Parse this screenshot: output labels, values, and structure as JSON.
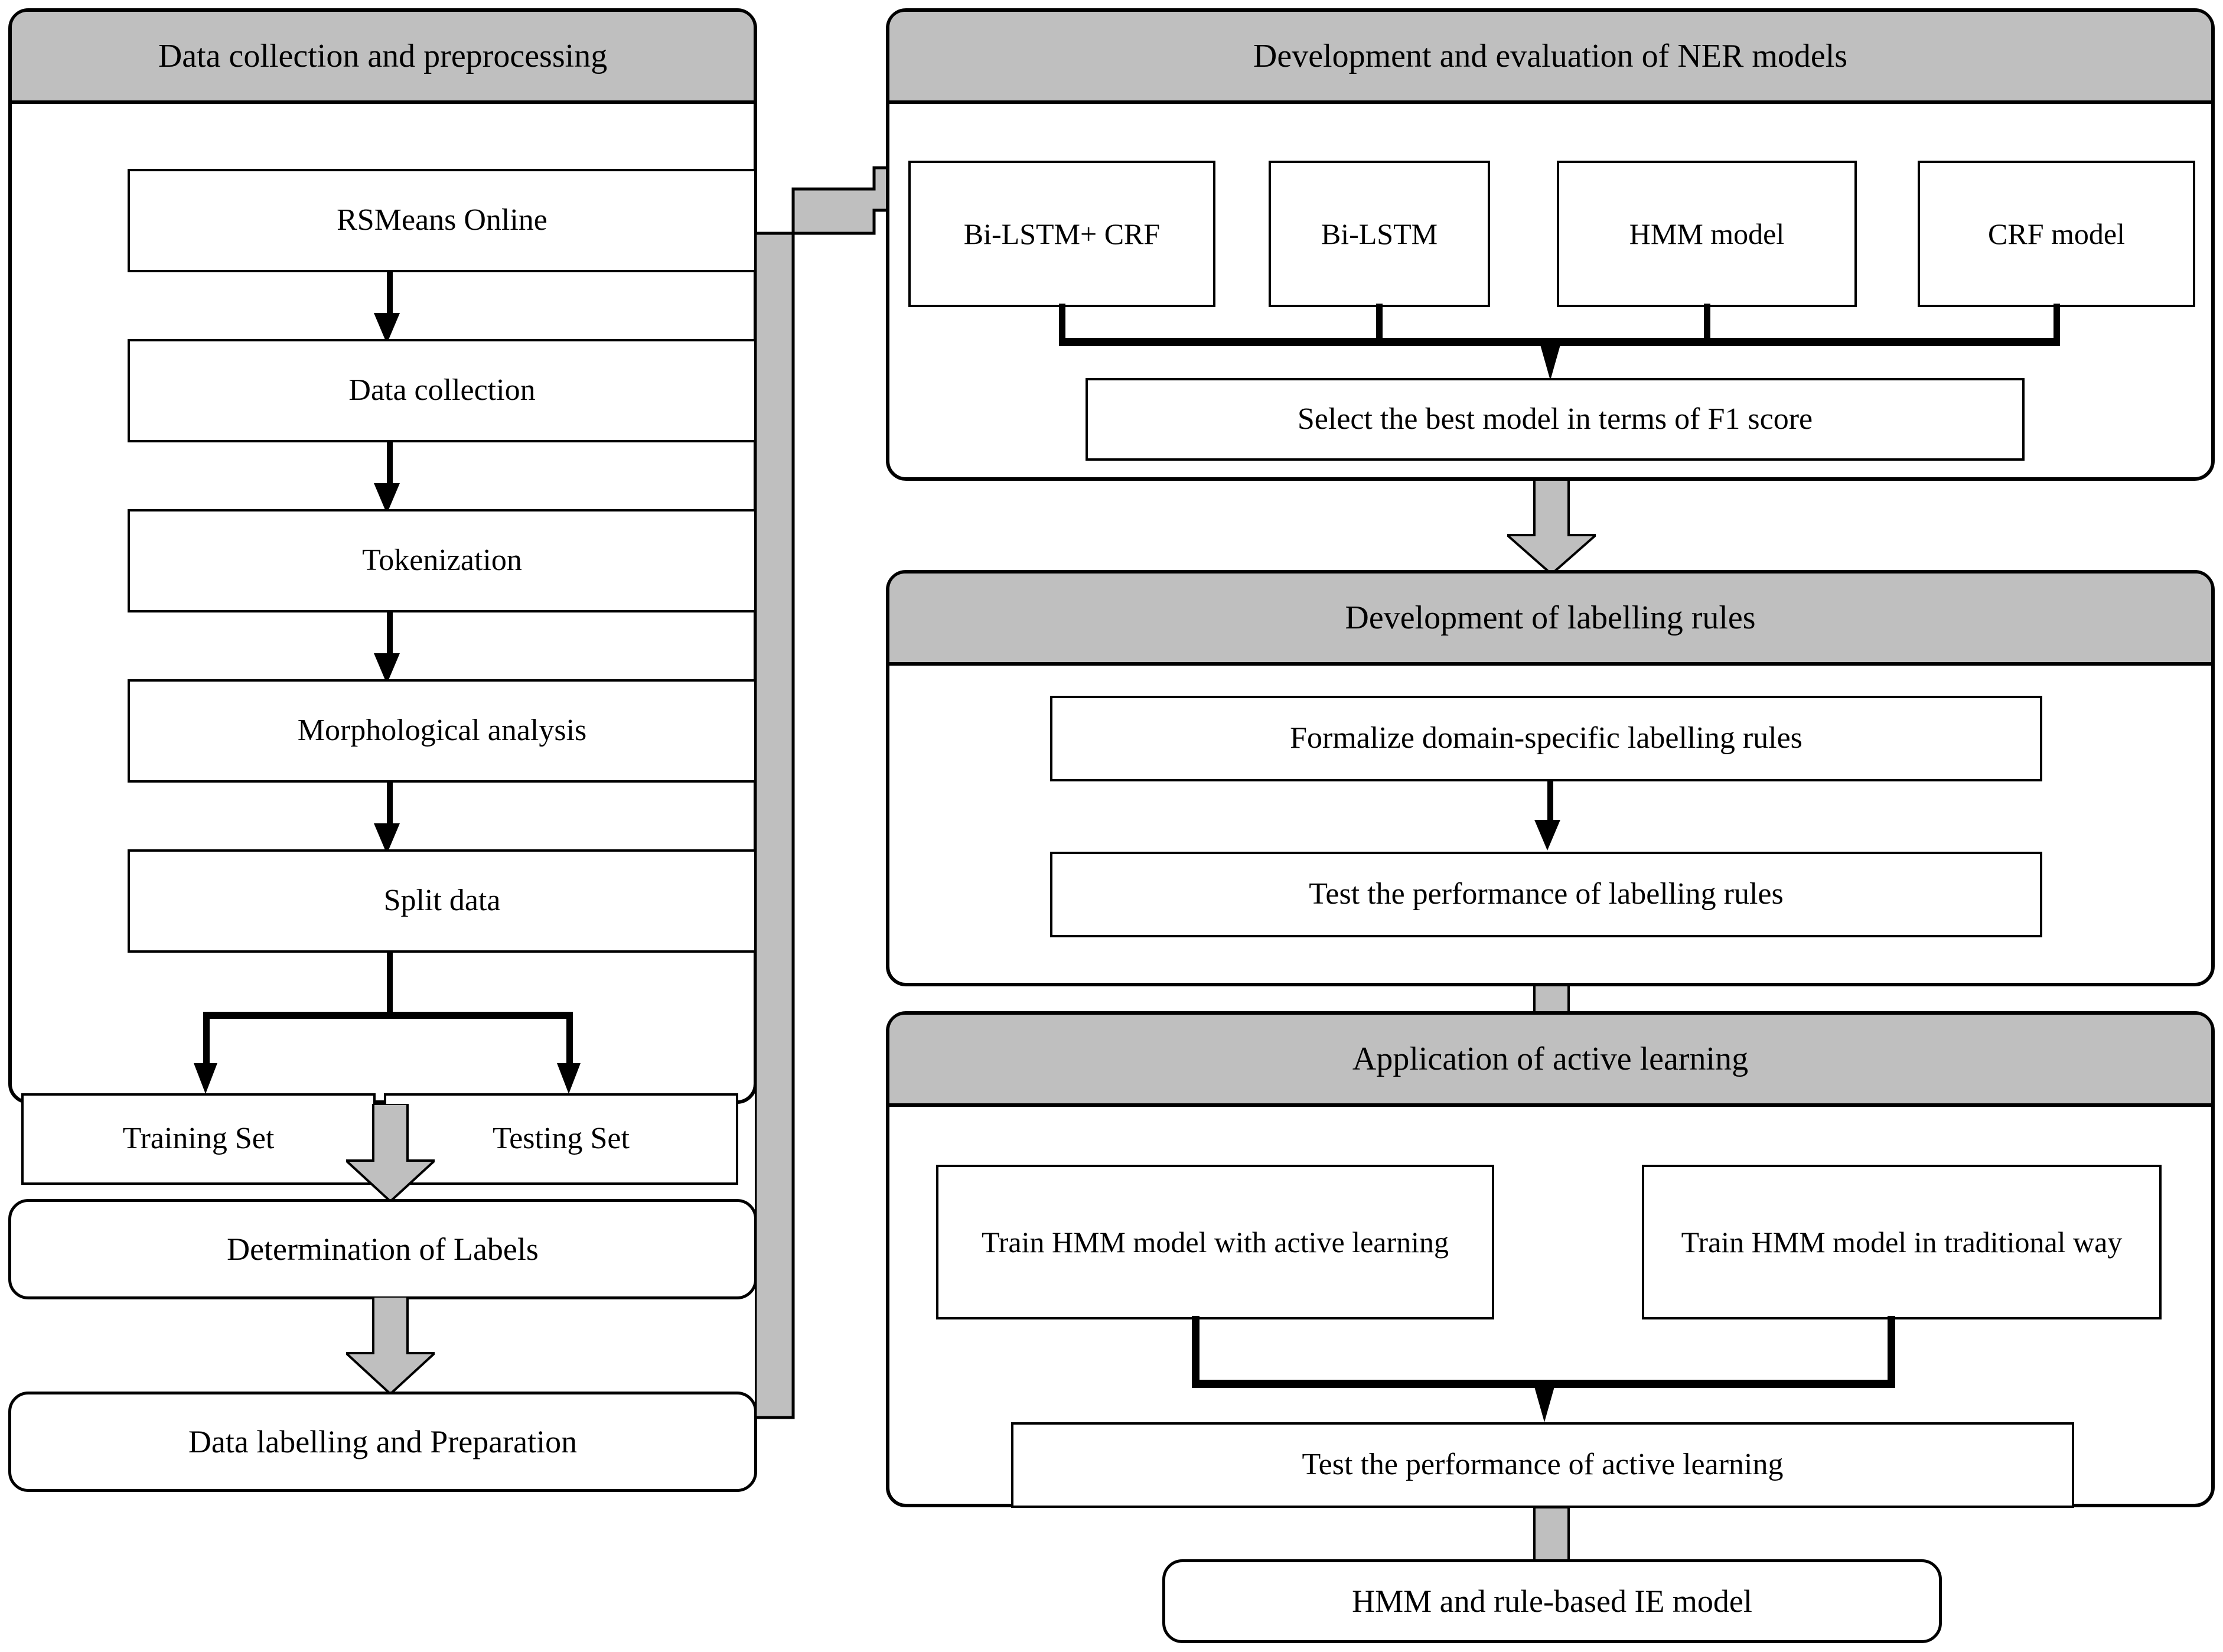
{
  "diagram": {
    "title": "Research methodology flowchart for NER and rule-based information extraction",
    "colors": {
      "header_fill": "#BFBFBF",
      "block_arrow_fill": "#BFBFBF",
      "stroke": "#000000",
      "box_fill": "#FFFFFF"
    }
  },
  "left_panel": {
    "header": "Data collection and preprocessing",
    "steps": [
      {
        "label": "RSMeans Online"
      },
      {
        "label": "Data collection"
      },
      {
        "label": "Tokenization"
      },
      {
        "label": "Morphological analysis"
      },
      {
        "label": "Split data"
      }
    ],
    "split_outputs": [
      {
        "label": "Training Set"
      },
      {
        "label": "Testing Set"
      }
    ]
  },
  "left_standalone": [
    {
      "label": "Determination of Labels"
    },
    {
      "label": "Data labelling and Preparation"
    }
  ],
  "ner_panel": {
    "header": "Development and evaluation of NER models",
    "models": [
      {
        "label": "Bi-LSTM+ CRF"
      },
      {
        "label": "Bi-LSTM"
      },
      {
        "label": "HMM model"
      },
      {
        "label": "CRF model"
      }
    ],
    "merge_step": "Select the best model in terms of F1 score"
  },
  "rules_panel": {
    "header": "Development of labelling rules",
    "steps": [
      {
        "label": "Formalize domain-specific labelling rules"
      },
      {
        "label": "Test the performance of labelling rules"
      }
    ]
  },
  "active_panel": {
    "header": "Application of active learning",
    "branches": [
      {
        "label": "Train HMM model with active learning"
      },
      {
        "label": "Train HMM model in traditional way"
      }
    ],
    "merge_step": "Test the performance of active learning"
  },
  "final_output": {
    "label": "HMM and rule-based IE model"
  }
}
